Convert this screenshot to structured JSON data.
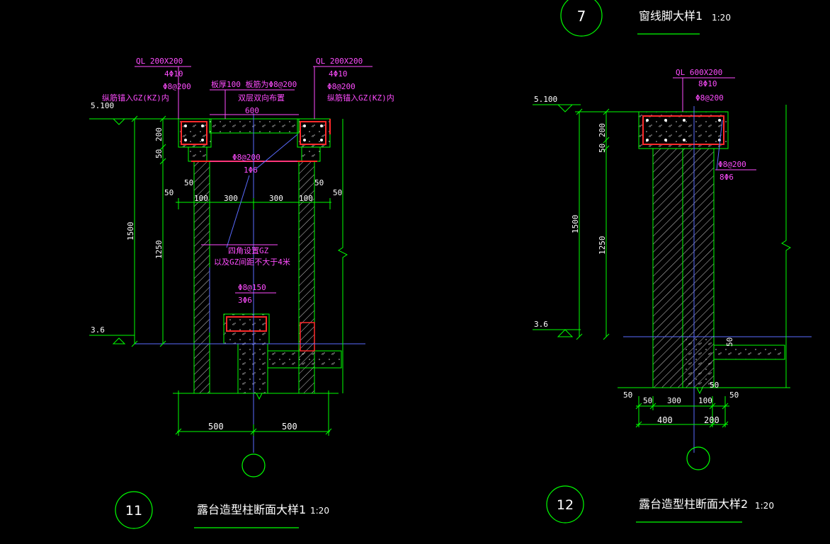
{
  "drawing": {
    "background": "#000000",
    "colors": {
      "green": "#00ff00",
      "magenta": "#ff4dff",
      "white": "#ffffff",
      "red": "#ff2a2a",
      "blue": "#5a6bff",
      "hatch": "#ffffff"
    }
  },
  "detail7": {
    "number": "7",
    "title": "窗线脚大样1",
    "scale": "1:20"
  },
  "detail11": {
    "number": "11",
    "title": "露台造型柱断面大样1",
    "scale": "1:20",
    "elevation_top": "5.100",
    "elevation_bottom": "3.6",
    "ql_left": "QL 200X200",
    "ql_left_bars": "4Φ10",
    "ql_left_stirrup": "Φ8@200",
    "ql_left_note": "纵筋锚入GZ(KZ)内",
    "ql_right": "QL 200X200",
    "ql_right_bars": "4Φ10",
    "ql_right_stirrup": "Φ8@200",
    "ql_right_note": "纵筋锚入GZ(KZ)内",
    "slab_note": "板厚100 板筋为Φ8@200",
    "slab_note2": "双层双向布置",
    "dim_slab": "600",
    "beam_stirrup": "Φ8@200",
    "beam_bars": "1Φ6",
    "gz_note1": "四角设置GZ",
    "gz_note2": "以及GZ间距不大于4米",
    "base_stirrup": "Φ8@150",
    "base_bars": "3Φ6",
    "dim_200": "200",
    "dim_50": "50",
    "dim_1500": "1500",
    "dim_1250": "1250",
    "dim_h50l": "50",
    "dim_h50r": "50",
    "dim_100a": "100",
    "dim_300a": "300",
    "dim_300b": "300",
    "dim_100b": "100",
    "dim_500a": "500",
    "dim_500b": "500"
  },
  "detail12": {
    "number": "12",
    "title": "露台造型柱断面大样2",
    "scale": "1:20",
    "elevation_top": "5.100",
    "elevation_bottom": "3.6",
    "ql": "QL 600X200",
    "ql_bars": "8Φ10",
    "ql_stirrup": "Φ8@200",
    "side_stirrup": "Φ8@200",
    "side_bars": "8Φ6",
    "dim_200": "200",
    "dim_50": "50",
    "dim_1500": "1500",
    "dim_1250": "1250",
    "dim_50r": "50",
    "dim_50b": "50",
    "dim_b50a": "50",
    "dim_b50b": "50",
    "dim_b300": "300",
    "dim_b100": "100",
    "dim_b50c": "50",
    "dim_400": "400",
    "dim_200b": "200"
  }
}
